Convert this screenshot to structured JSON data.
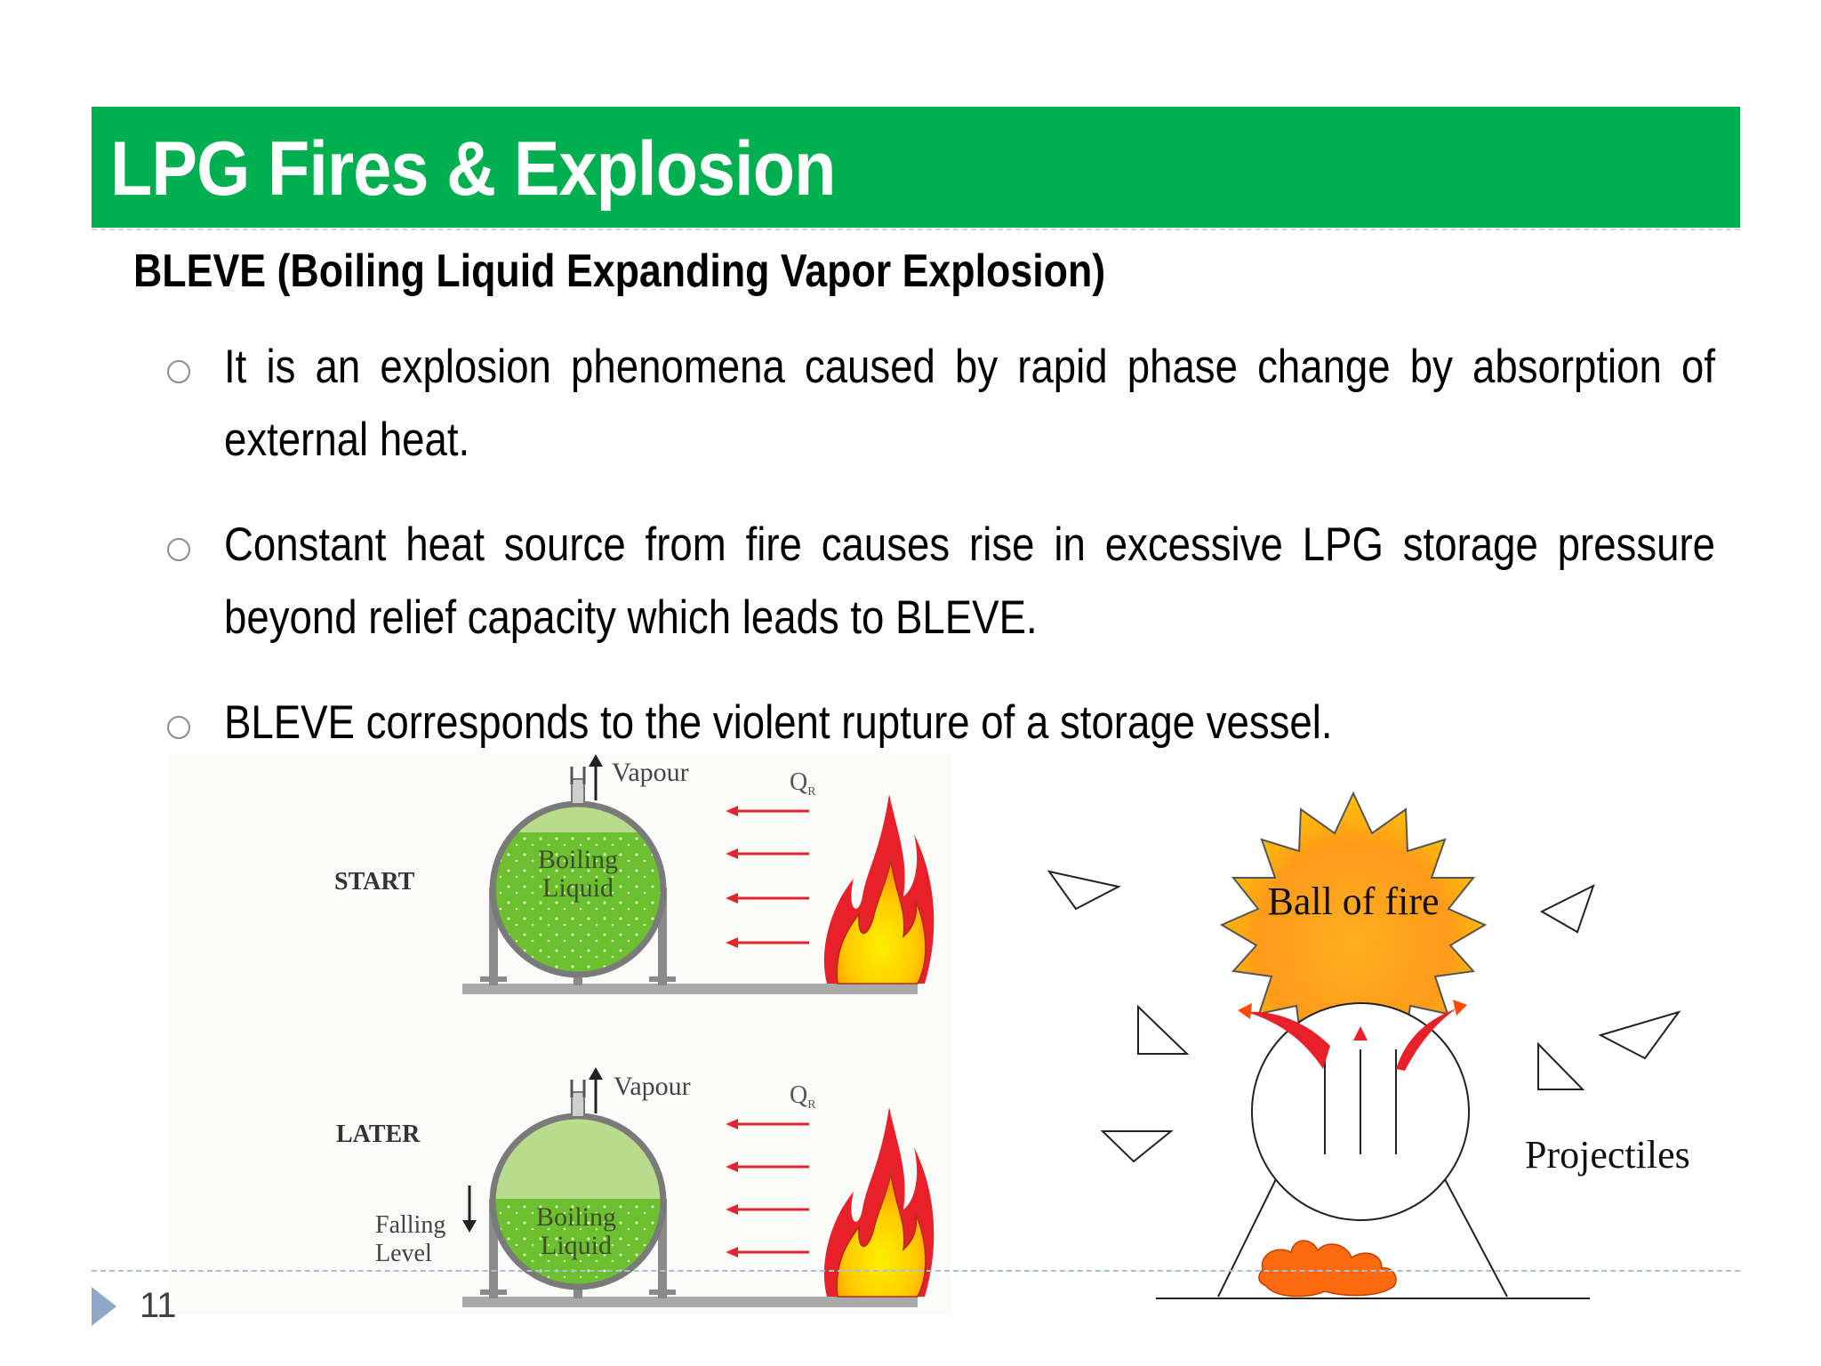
{
  "slide": {
    "title": "LPG Fires & Explosion",
    "subtitle": "BLEVE (Boiling Liquid Expanding Vapor Explosion)",
    "bullets": [
      "It is an explosion phenomena caused by rapid phase change by absorption of external heat.",
      "Constant heat source from fire causes rise in excessive LPG storage pressure beyond relief capacity which leads to BLEVE.",
      "BLEVE corresponds to the violent rupture of a storage vessel."
    ],
    "page_number": "11"
  },
  "diagram_left": {
    "start": {
      "stage_label": "START",
      "vapour_label": "Vapour",
      "heat_label_main": "Q",
      "heat_label_sub": "R",
      "liquid_line1": "Boiling",
      "liquid_line2": "Liquid"
    },
    "later": {
      "stage_label": "LATER",
      "vapour_label": "Vapour",
      "heat_label_main": "Q",
      "heat_label_sub": "R",
      "liquid_line1": "Boiling",
      "liquid_line2": "Liquid",
      "falling_line1": "Falling",
      "falling_line2": "Level"
    }
  },
  "diagram_right": {
    "fireball_label": "Ball of fire",
    "projectiles_label": "Projectiles"
  },
  "colors": {
    "title_bar": "#00b050",
    "liquid_green": "#6cbf2e",
    "vapour_green": "#b8dc8c",
    "flame_red": "#e8202a",
    "flame_yellow": "#ffee00",
    "heat_arrow": "#e0252b",
    "fireball_orange": "#ff8c1a",
    "rubble_orange": "#ff6a10"
  }
}
